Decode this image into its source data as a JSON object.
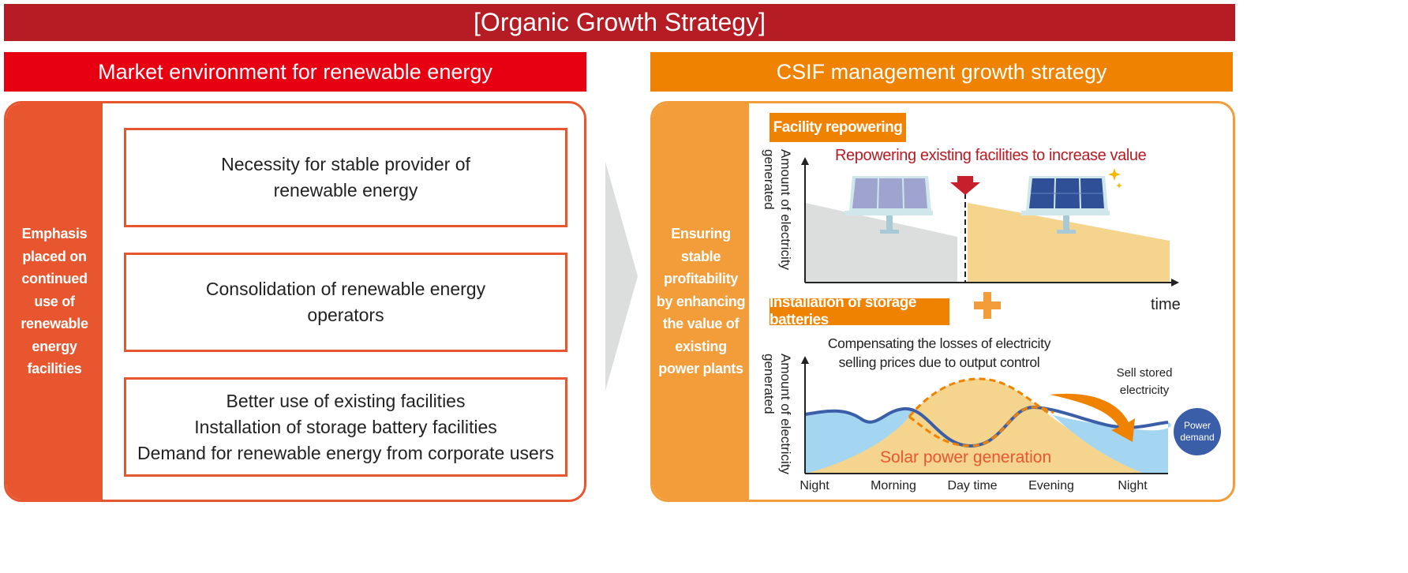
{
  "title": "[Organic Growth Strategy]",
  "left": {
    "header": "Market environment for renewable energy",
    "side_text": "Emphasis placed on continued use of renewable energy facilities",
    "boxes": [
      {
        "lines": [
          "Necessity for stable provider of",
          "renewable energy"
        ]
      },
      {
        "lines": [
          "Consolidation of renewable energy",
          "operators"
        ]
      },
      {
        "lines": [
          "Better use of existing facilities",
          "Installation of storage battery facilities",
          "Demand for renewable energy from corporate users"
        ]
      }
    ]
  },
  "right": {
    "header": "CSIF management growth strategy",
    "side_text": "Ensuring stable profitability by enhancing the value of existing power plants",
    "repowering": {
      "tag": "Facility repowering",
      "caption": "Repowering existing facilities to increase value",
      "ylabel_1": "Amount of electricity",
      "ylabel_2": "generated",
      "xlabel": "time"
    },
    "storage": {
      "tag": "Installation of storage batteries",
      "caption_1": "Compensating the losses of electricity",
      "caption_2": "selling prices due to output control",
      "ylabel_1": "Amount of electricity",
      "ylabel_2": "generated",
      "sell_1": "Sell stored",
      "sell_2": "electricity",
      "demand_1": "Power",
      "demand_2": "demand",
      "solar": "Solar power generation",
      "x_ticks": [
        "Night",
        "Morning",
        "Day time",
        "Evening",
        "Night"
      ]
    }
  },
  "colors": {
    "title": "#b51c24",
    "left_header": "#e60012",
    "left_accent": "#e8562f",
    "right_header": "#ef8200",
    "right_accent": "#f39c3a"
  }
}
